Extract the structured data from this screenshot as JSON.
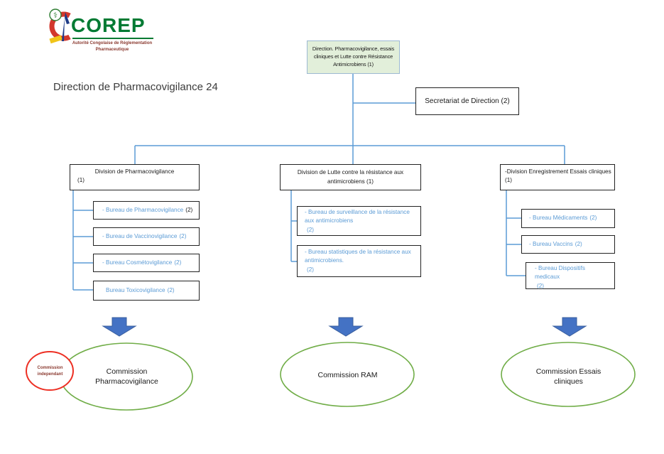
{
  "logo": {
    "acronym": "COREP",
    "tagline_line1": "Autorité Congolaise de Réglementation",
    "tagline_line2": "Pharmaceutique",
    "caduceus_glyph": "⚕"
  },
  "title": "Direction de Pharmacovigilance 24",
  "org": {
    "root": {
      "label": "Direction. Pharmacovigilance, essais cliniques et Lutte contre Résistance Antimicrobiens (1)"
    },
    "secretariat": {
      "label": "Secretariat de Direction (2)"
    },
    "divisions": [
      {
        "label": "Division de Pharmacovigilance",
        "count": "(1)",
        "bureaus": [
          {
            "name": "- Bureau de Pharmacovigilance",
            "count": "(2)"
          },
          {
            "name": "- Bureau de Vaccinovigilance",
            "count": "(2)"
          },
          {
            "name": "- Bureau Cosmétovigilance",
            "count": "(2)"
          },
          {
            "name": "Bureau Toxicovigilance",
            "count": "(2)"
          }
        ],
        "commission": {
          "line1": "Commission",
          "line2": "Pharmacovigilance"
        }
      },
      {
        "label": "Division de Lutte contre la résistance aux antimicrobiens (1)",
        "bureaus": [
          {
            "name": "- Bureau de surveillance de la résistance aux antimicrobiens",
            "count": "(2)"
          },
          {
            "name": "- Bureau statistiques de la résistance aux antimicrobiens.",
            "count": "(2)"
          }
        ],
        "commission": {
          "line1": "Commission RAM",
          "line2": ""
        }
      },
      {
        "label": "-Division Enregistrement Essais cliniques (1)",
        "bureaus": [
          {
            "name": "- Bureau Médicaments",
            "count": "(2)"
          },
          {
            "name": "- Bureau Vaccins",
            "count": "(2)"
          },
          {
            "name": "- Bureau Dispositifs medicaux",
            "count": "(2)"
          }
        ],
        "commission": {
          "line1": "Commission Essais",
          "line2": "cliniques"
        }
      }
    ],
    "independent_commission": {
      "line1": "Commission",
      "line2": "independant"
    }
  },
  "colors": {
    "connector_blue": "#5B9BD5",
    "bureau_text_blue": "#5B9BD5",
    "arrow_blue": "#4472C4",
    "ellipse_green": "#70AD47",
    "ellipse_red": "#ED3024",
    "root_box_fill": "#E2EFDA",
    "root_box_border": "#9DB9D3",
    "logo_green": "#007A33",
    "logo_tagline_red": "#8B3A30"
  }
}
